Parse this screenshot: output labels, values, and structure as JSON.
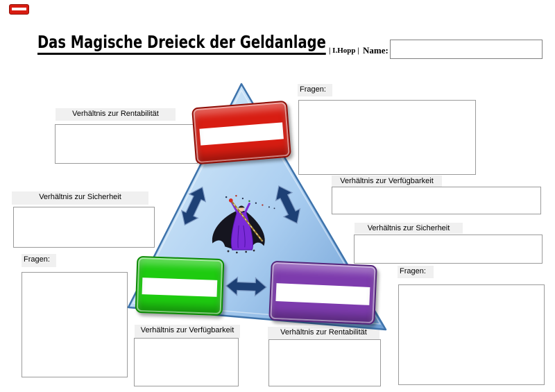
{
  "header": {
    "title": "Das Magische Dreieck der Geldanlage",
    "author": "| I.Hopp |",
    "name_label": "Name:",
    "name_value": ""
  },
  "labels": {
    "fragen": "Fragen:",
    "rentabilitaet": "Verhältnis zur Rentabilität",
    "sicherheit": "Verhältnis zur Sicherheit",
    "verfuegbarkeit": "Verhältnis zur Verfügbarkeit"
  },
  "colors": {
    "flag_red": "#d81d12",
    "flag_green": "#1ecb10",
    "flag_purple": "#7d3bad",
    "arrow": "#1d4075",
    "triangle_fill_light": "#d9ecfa",
    "triangle_fill_dark": "#6f9fd4",
    "triangle_border": "#3e73ab"
  },
  "icons": {
    "wizard": "wizard-magician",
    "mini_flag": "red-flag-marker",
    "arrows": "double-headed-arrow"
  }
}
